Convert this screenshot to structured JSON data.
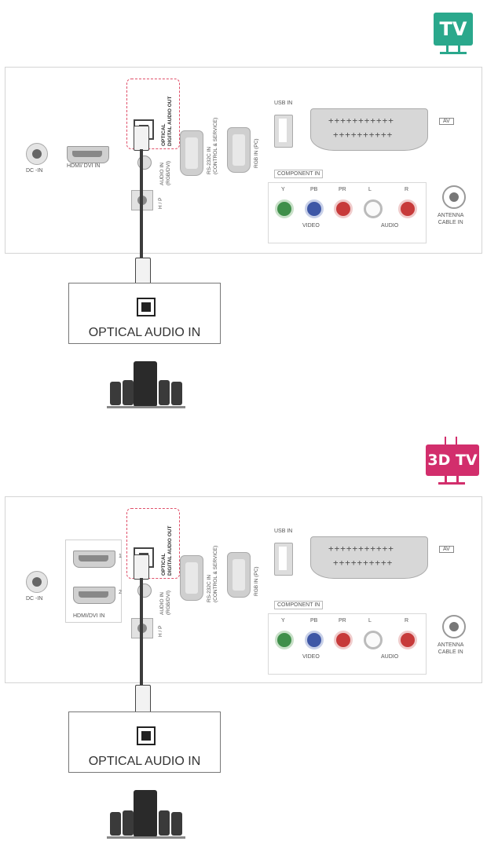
{
  "colors": {
    "tv_badge": "#2aa88c",
    "tv3d_badge": "#d22e6c",
    "dashed_highlight": "#e0506a"
  },
  "top": {
    "badge": "TV",
    "labels": {
      "dc_in": "DC -IN",
      "hdmi": "HDMI/ DVI IN",
      "optical": "OPTICAL\nDIGITAL AUDIO OUT",
      "audio_in": "AUDIO IN\n(RGB/DVI)",
      "rs232": "RS-232C IN",
      "control": "(CONTROL & SERVICE)",
      "rgb": "RGB IN (PC)",
      "usb": "USB IN",
      "av": "AV",
      "hp": "H / P",
      "component": "COMPONENT IN",
      "y": "Y",
      "pb": "PB",
      "pr": "PR",
      "l": "L",
      "r": "R",
      "video": "VIDEO",
      "audio": "AUDIO",
      "antenna": "ANTENNA\nCABLE IN"
    },
    "device_label": "OPTICAL AUDIO IN"
  },
  "bottom": {
    "badge": "3D TV",
    "labels": {
      "dc_in": "DC -IN",
      "hdmi": "HDMI/DVI IN",
      "hdmi_1": "1",
      "hdmi_2": "2",
      "optical": "OPTICAL\nDIGITAL AUDIO OUT",
      "audio_in": "AUDIO IN\n(RGB/DVI)",
      "rs232": "RS-232C IN",
      "control": "(CONTROL & SERVICE)",
      "rgb": "RGB IN (PC)",
      "usb": "USB IN",
      "av": "AV",
      "hp": "H / P",
      "component": "COMPONENT IN",
      "y": "Y",
      "pb": "PB",
      "pr": "PR",
      "l": "L",
      "r": "R",
      "video": "VIDEO",
      "audio": "AUDIO",
      "antenna": "ANTENNA\nCABLE IN"
    },
    "device_label": "OPTICAL AUDIO IN"
  }
}
